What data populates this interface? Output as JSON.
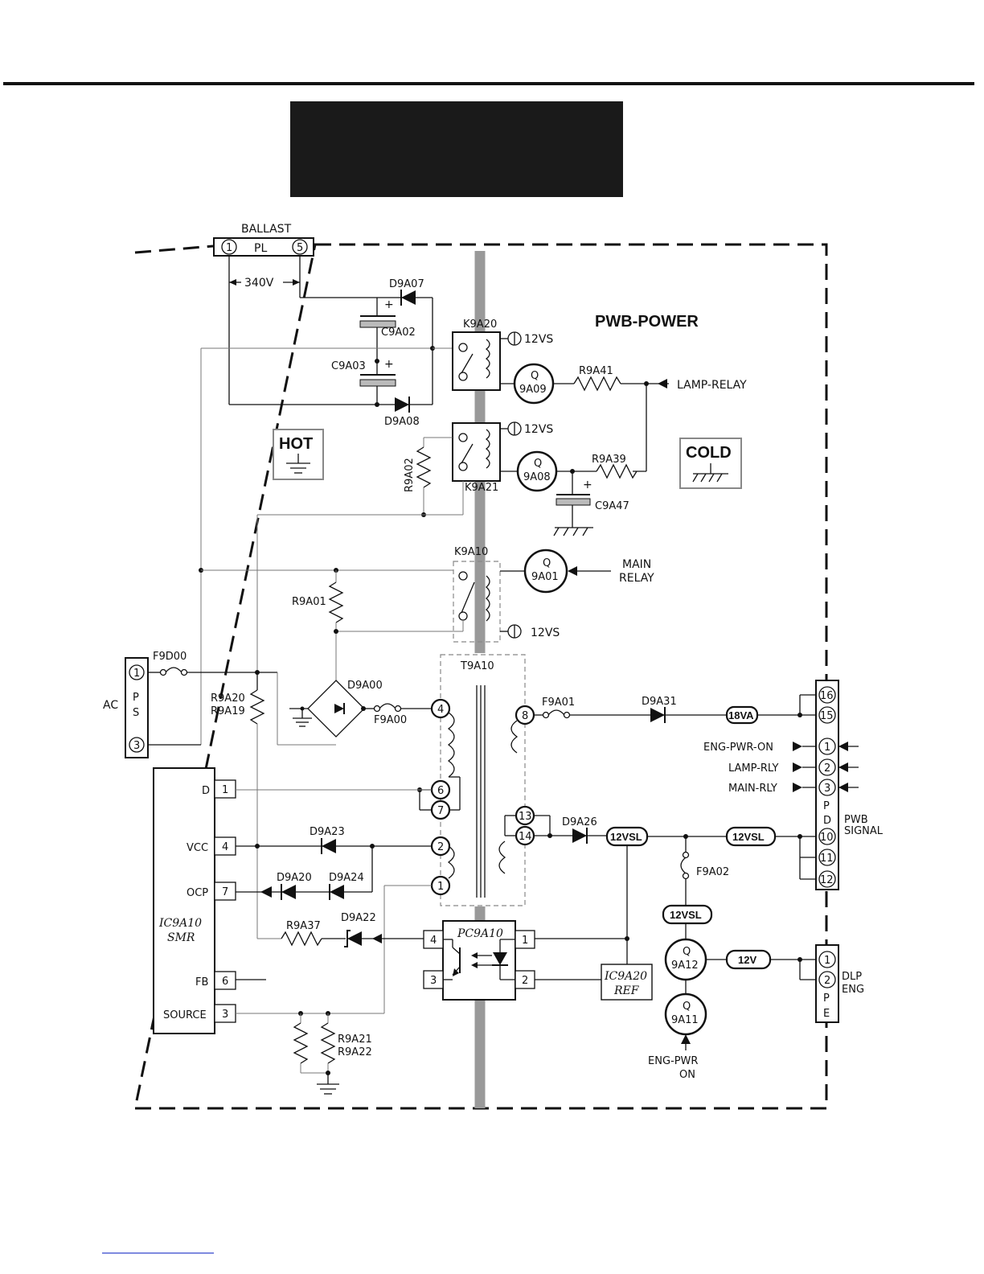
{
  "board": {
    "title": "PWB-POWER",
    "hot": "HOT",
    "cold": "COLD"
  },
  "ballast": {
    "name": "BALLAST",
    "conn": "PL",
    "pin1": "1",
    "pin5": "5",
    "voltage": "340V"
  },
  "parts": {
    "d9a07": "D9A07",
    "c9a02": "C9A02",
    "c9a03": "C9A03",
    "d9a08": "D9A08",
    "k9a20": "K9A20",
    "k9a21": "K9A21",
    "k9a10": "K9A10",
    "r9a02": "R9A02",
    "r9a41": "R9A41",
    "r9a39": "R9A39",
    "c9a47": "C9A47",
    "r9a01": "R9A01",
    "f9d00": "F9D00",
    "r9a20": "R9A20",
    "r9a19": "R9A19",
    "d9a00": "D9A00",
    "f9a00": "F9A00",
    "t9a10": "T9A10",
    "f9a01": "F9A01",
    "d9a31": "D9A31",
    "d9a23": "D9A23",
    "d9a20": "D9A20",
    "d9a24": "D9A24",
    "d9a26": "D9A26",
    "f9a02": "F9A02",
    "d9a22": "D9A22",
    "r9a37": "R9A37",
    "pc9a10": "PC9A10",
    "ic9a20_1": "IC9A20",
    "ic9a20_2": "REF",
    "r9a21": "R9A21",
    "r9a22": "R9A22",
    "ic9a10_1": "IC9A10",
    "ic9a10_2": "SMR"
  },
  "transistors": {
    "q": "Q",
    "q9a09": "9A09",
    "q9a08": "9A08",
    "q9a01": "9A01",
    "q9a12": "9A12",
    "q9a11": "9A11"
  },
  "supplies": {
    "v12vs": "12VS",
    "v18va": "18VA",
    "v12vsl": "12VSL",
    "v12v": "12V"
  },
  "signals": {
    "lamp_relay": "LAMP-RELAY",
    "main1": "MAIN",
    "main2": "RELAY",
    "eng_pwr_on": "ENG-PWR-ON",
    "lamp_rly": "LAMP-RLY",
    "main_rly": "MAIN-RLY",
    "eng_pwr1": "ENG-PWR",
    "eng_pwr2": "ON"
  },
  "connectors": {
    "ac": {
      "label": "AC",
      "pins": [
        "1",
        "3"
      ],
      "letters": [
        "P",
        "S"
      ]
    },
    "pd": {
      "label1": "PWB",
      "label2": "SIGNAL",
      "pins": [
        "16",
        "15",
        "1",
        "2",
        "3",
        "10",
        "11",
        "12"
      ],
      "letters": [
        "P",
        "D"
      ]
    },
    "pe": {
      "label1": "DLP",
      "label2": "ENG",
      "pins": [
        "1",
        "2"
      ],
      "letters": [
        "P",
        "E"
      ]
    }
  },
  "ic_pins": {
    "d": "D",
    "vcc": "VCC",
    "ocp": "OCP",
    "fb": "FB",
    "source": "SOURCE",
    "n_d": "1",
    "n_vcc": "4",
    "n_ocp": "7",
    "n_fb": "6",
    "n_source": "3"
  },
  "xfmr_pins": [
    "4",
    "6",
    "7",
    "2",
    "1",
    "8",
    "13",
    "14"
  ],
  "pc_pins": [
    "4",
    "3",
    "1",
    "2"
  ]
}
